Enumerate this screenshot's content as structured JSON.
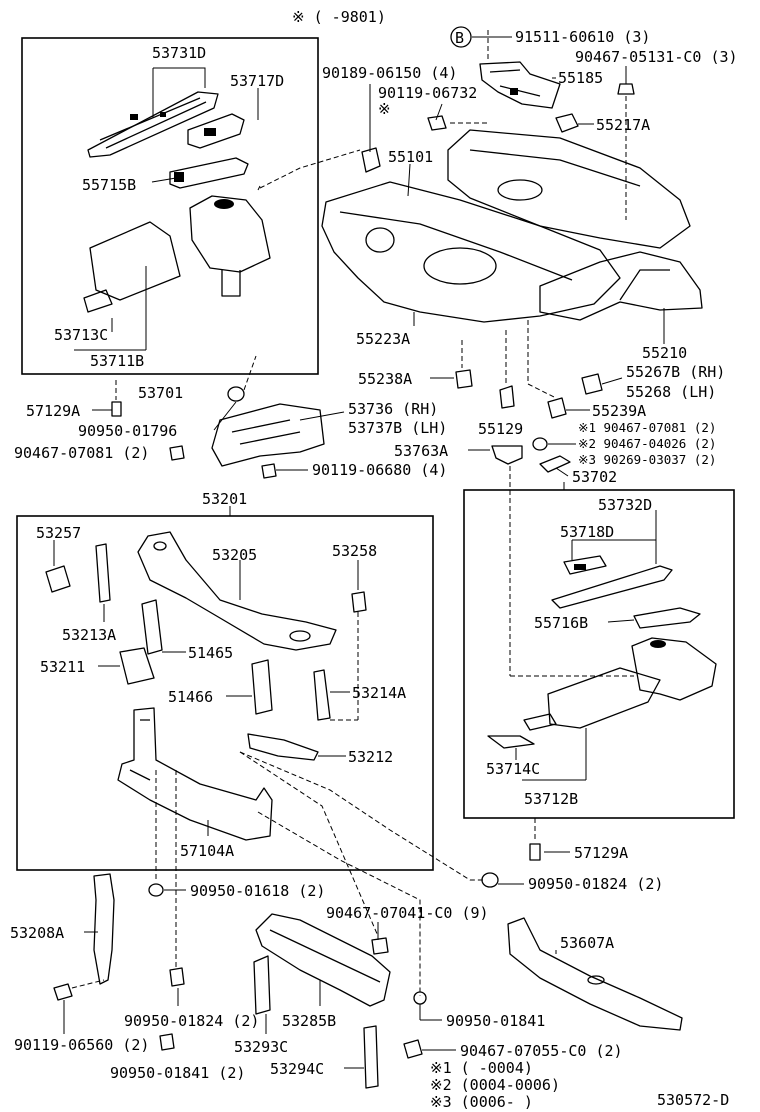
{
  "header": {
    "range_note": "※ (      -9801)"
  },
  "legend": {
    "note1": "※1 (      -0004)",
    "note2": "※2 (0004-0006)",
    "note3": "※3 (0006-      )"
  },
  "diagram_id": "530572-D",
  "callouts": {
    "b_mark": "B",
    "c91511": "91511-60610 (3)",
    "c90467_05131": "90467-05131-C0 (3)",
    "c55185": "55185",
    "c90189": "90189-06150 (4)",
    "c90119_06732": "90119-06732",
    "c90119_mark": "※",
    "c55217a": "55217A",
    "c55101": "55101",
    "c55223a": "55223A",
    "c55210": "55210",
    "c55238a": "55238A",
    "c55267b": "55267B (RH)",
    "c55268": "55268  (LH)",
    "c55129": "55129",
    "c55239a": "55239A",
    "c90467_07081_1": "※1 90467-07081 (2)",
    "c90467_04026": "※2 90467-04026 (2)",
    "c90269": "※3 90269-03037 (2)",
    "c53763a": "53763A",
    "c53702": "53702",
    "c53731d": "53731D",
    "c53717d": "53717D",
    "c55715b": "55715B",
    "c53713c": "53713C",
    "c53711b": "53711B",
    "c53701": "53701",
    "c57129a_top": "57129A",
    "c90950_01796": "90950-01796",
    "c90467_07081": "90467-07081 (2)",
    "c53736": "53736  (RH)",
    "c53737b": "53737B (LH)",
    "c90119_06680": "90119-06680 (4)",
    "c53201": "53201",
    "c53257": "53257",
    "c53205": "53205",
    "c53258": "53258",
    "c53213a": "53213A",
    "c51465": "51465",
    "c53211": "53211",
    "c51466": "51466",
    "c53214a": "53214A",
    "c53212": "53212",
    "c57104a": "57104A",
    "c53732d": "53732D",
    "c53718d": "53718D",
    "c55716b": "55716B",
    "c53714c": "53714C",
    "c53712b": "53712B",
    "c57129a_bot": "57129A",
    "c90950_01824_r": "90950-01824 (2)",
    "c90950_01618": "90950-01618 (2)",
    "c53208a": "53208A",
    "c90467_07041": "90467-07041-C0 (9)",
    "c53607a": "53607A",
    "c90119_06560": "90119-06560 (2)",
    "c90950_01824_l": "90950-01824 (2)",
    "c53285b": "53285B",
    "c90950_01841_r": "90950-01841",
    "c53293c": "53293C",
    "c90467_07055": "90467-07055-C0 (2)",
    "c53294c": "53294C",
    "c90950_01841_l": "90950-01841 (2)"
  }
}
